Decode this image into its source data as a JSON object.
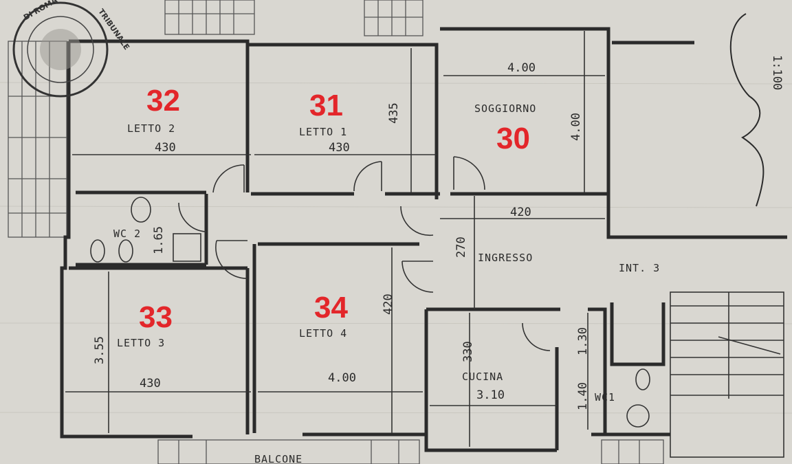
{
  "colors": {
    "paper": "#d9d7d1",
    "ink": "#2b2b2b",
    "room_number": "#e3262a"
  },
  "seal": {
    "top_text": "DI ROMA",
    "right_text": "TRIBUNALE"
  },
  "scale": "1:100",
  "rooms": {
    "r30": {
      "number": "30",
      "name": "SOGGIORNO",
      "w": "4.00",
      "h": "4.00"
    },
    "r31": {
      "number": "31",
      "name": "LETTO 1",
      "w": "430",
      "h": "435"
    },
    "r32": {
      "number": "32",
      "name": "LETTO 2",
      "w": "430"
    },
    "r33": {
      "number": "33",
      "name": "LETTO 3",
      "w": "430",
      "h": "3.55"
    },
    "r34": {
      "number": "34",
      "name": "LETTO 4",
      "w": "4.00",
      "h": "420"
    },
    "wc": {
      "name": "WC 2",
      "w": "1.65"
    },
    "ingresso": {
      "name": "INGRESSO",
      "w": "420",
      "h": "270"
    },
    "cucina": {
      "name": "CUCINA",
      "w": "3.10",
      "h": "330"
    },
    "wc1": {
      "name": "WC1",
      "h": "1.40"
    },
    "disimpegno": {
      "h": "1.30"
    },
    "int": {
      "name": "INT. 3"
    },
    "balcone": {
      "name": "BALCONE"
    }
  }
}
